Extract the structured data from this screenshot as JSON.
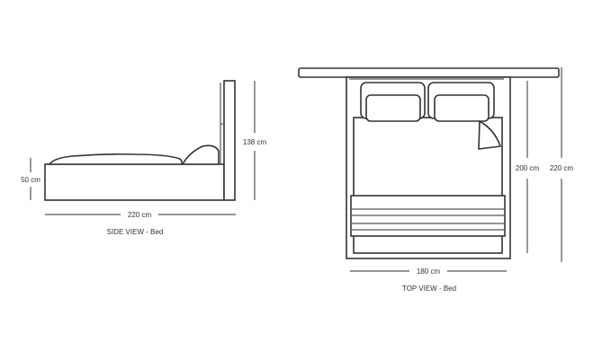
{
  "side_view": {
    "caption": "SIDE VIEW - Bed",
    "height_base": "50 cm",
    "height_total": "138 cm",
    "length": "220 cm"
  },
  "top_view": {
    "caption": "TOP VIEW - Bed",
    "width": "180 cm",
    "mattress_length": "200 cm",
    "total_length": "220 cm"
  }
}
